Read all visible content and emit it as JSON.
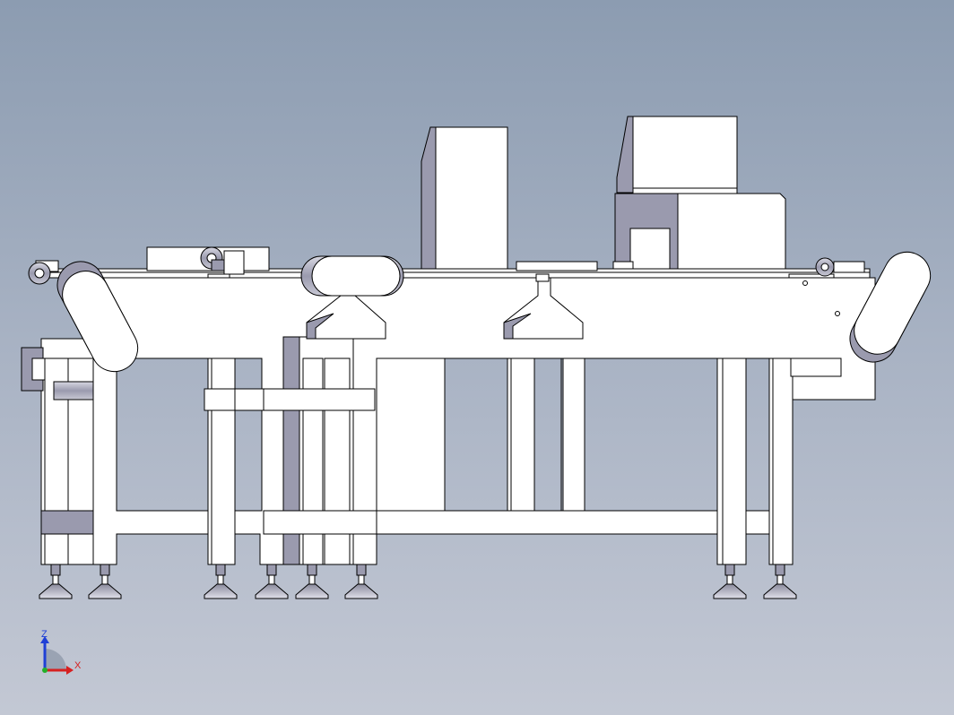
{
  "view": {
    "name": "cad-viewport",
    "background_top": "#8c9cb1",
    "background_bottom": "#c3c8d4",
    "line_color": "#000000",
    "part_fill": "#ffffff",
    "shade_fill": "#9a9aae"
  },
  "triad": {
    "z_label": "Z",
    "x_label": "X",
    "z_color": "#1f3fd6",
    "x_color": "#d62020",
    "y_color": "#23b028"
  }
}
